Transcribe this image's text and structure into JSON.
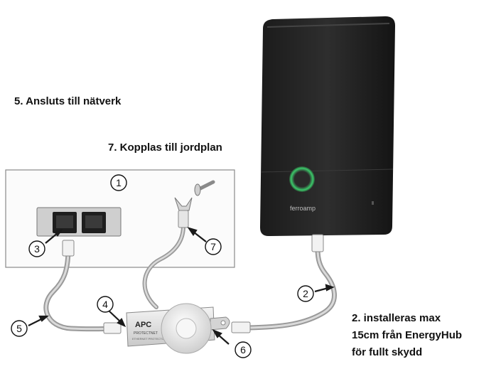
{
  "labels": {
    "network": "5. Ansluts till nätverk",
    "ground": "7. Kopplas till jordplan",
    "install": [
      "2. installeras max",
      "15cm från EnergyHub",
      "för fullt skydd"
    ]
  },
  "callouts": {
    "c1": "1",
    "c2": "2",
    "c3": "3",
    "c4": "4",
    "c5": "5",
    "c6": "6",
    "c7": "7"
  },
  "device": {
    "brand": "ferroamp",
    "color": "#262626",
    "led_color": "#3cc86a"
  },
  "protector": {
    "brand": "APC",
    "model": "PROTECTNET",
    "subtitle": "ETHERNET PROTECTOR"
  }
}
